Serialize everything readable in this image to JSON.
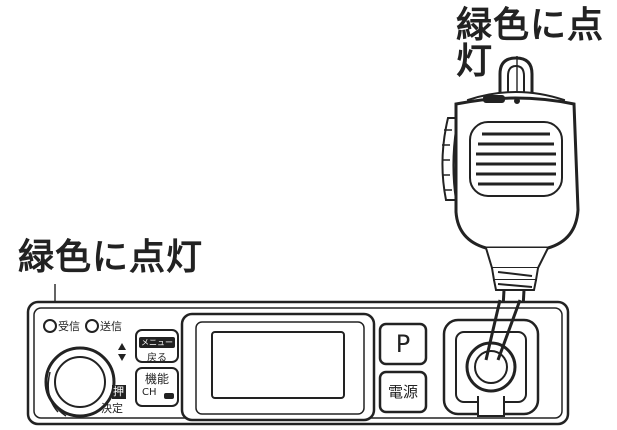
{
  "callouts": {
    "mic_led": "緑色に点灯",
    "radio_led": "緑色に点灯"
  },
  "radio": {
    "receive_label": "受信",
    "transmit_label": "送信",
    "menu_top": "メニュー",
    "menu_bottom": "戻る",
    "func_top": "機能",
    "func_bottom": "CH",
    "push_label": "押",
    "confirm_label": "決定",
    "p_button": "P",
    "power_button": "電源"
  },
  "colors": {
    "line": "#222222",
    "led_indicator": "green"
  }
}
